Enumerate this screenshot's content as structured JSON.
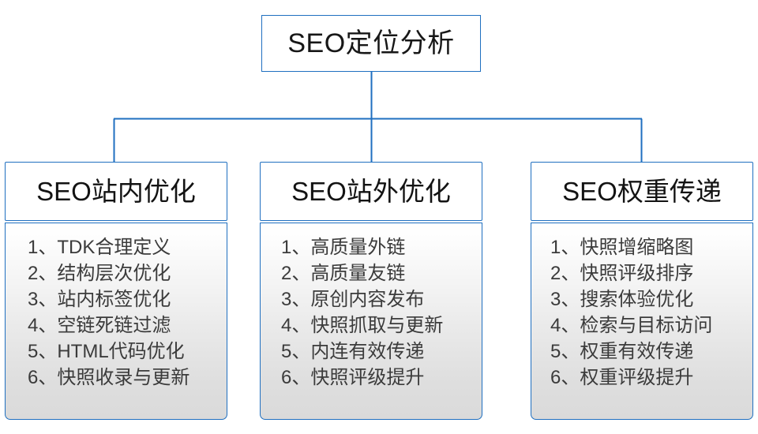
{
  "diagram": {
    "type": "org-tree",
    "accent_color": "#1f6fc0",
    "text_color": "#3b3b3b",
    "title_color": "#171717",
    "root": {
      "label": "SEO定位分析"
    },
    "branches": [
      {
        "id": "seo-onsite",
        "title": "SEO站内优化",
        "items": [
          "1、TDK合理定义",
          "2、结构层次优化",
          "3、站内标签优化",
          "4、空链死链过滤",
          "5、HTML代码优化",
          "6、快照收录与更新"
        ]
      },
      {
        "id": "seo-offsite",
        "title": "SEO站外优化",
        "items": [
          "1、高质量外链",
          "2、高质量友链",
          "3、原创内容发布",
          "4、快照抓取与更新",
          "5、内连有效传递",
          "6、快照评级提升"
        ]
      },
      {
        "id": "seo-weight",
        "title": "SEO权重传递",
        "items": [
          "1、快照增缩略图",
          "2、快照评级排序",
          "3、搜索体验优化",
          "4、检索与目标访问",
          "5、权重有效传递",
          "6、权重评级提升"
        ]
      }
    ]
  }
}
